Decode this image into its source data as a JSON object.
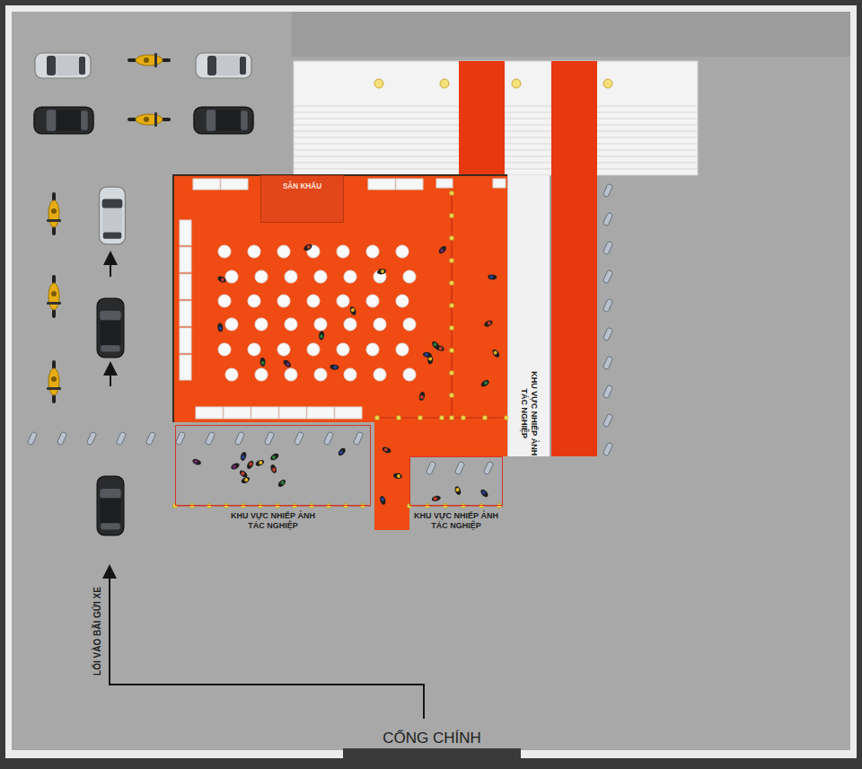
{
  "diagram": {
    "nodes": [
      {
        "text": [
          "SÂN KHẤU"
        ]
      },
      {
        "text": [
          "KHU VỰC NHIẾP ẢNH TÁC NGHIỆP"
        ]
      },
      {
        "text": [
          "KHU VỰC NHIẾP ẢNH TÁC NGHIỆP"
        ]
      },
      {
        "text": [
          "KHU VỰC NHIẾP ẢNH TÁC NGHIỆP"
        ]
      }
    ],
    "edges": [],
    "labels": [
      "LỐI VÀO BÃI GỬI XE",
      "CỔNG CHÍNH"
    ]
  }
}
